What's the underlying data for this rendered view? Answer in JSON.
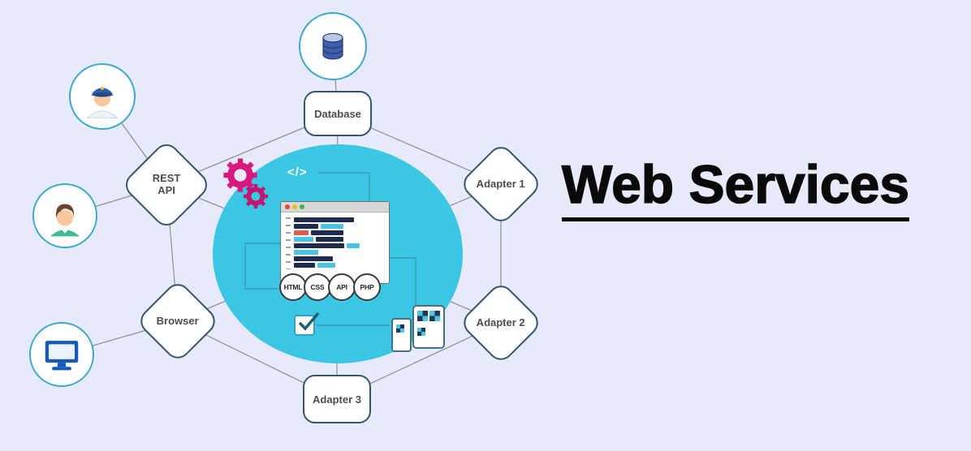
{
  "title": {
    "text": "Web Services"
  },
  "diagram": {
    "nodes": [
      {
        "id": "database",
        "label": "Database"
      },
      {
        "id": "adapter-1",
        "label": "Adapter 1"
      },
      {
        "id": "adapter-2",
        "label": "Adapter 2"
      },
      {
        "id": "adapter-3",
        "label": "Adapter 3"
      },
      {
        "id": "browser",
        "label": "Browser"
      },
      {
        "id": "rest-api",
        "label": "REST API"
      }
    ],
    "center": {
      "code_icon": "</>",
      "badges": [
        "HTML",
        "CSS",
        "API",
        "PHP"
      ]
    },
    "colors": {
      "background": "#e7eafc",
      "circle": "#3bc6e3",
      "node_border": "#33566b",
      "satellite_border": "#3aa9cc",
      "connector": "#8d8d8d",
      "gear_pink": "#d9187f",
      "database_blue": "#3f5fae",
      "monitor_blue": "#1259b8",
      "title_color": "#0a0a0a"
    }
  }
}
